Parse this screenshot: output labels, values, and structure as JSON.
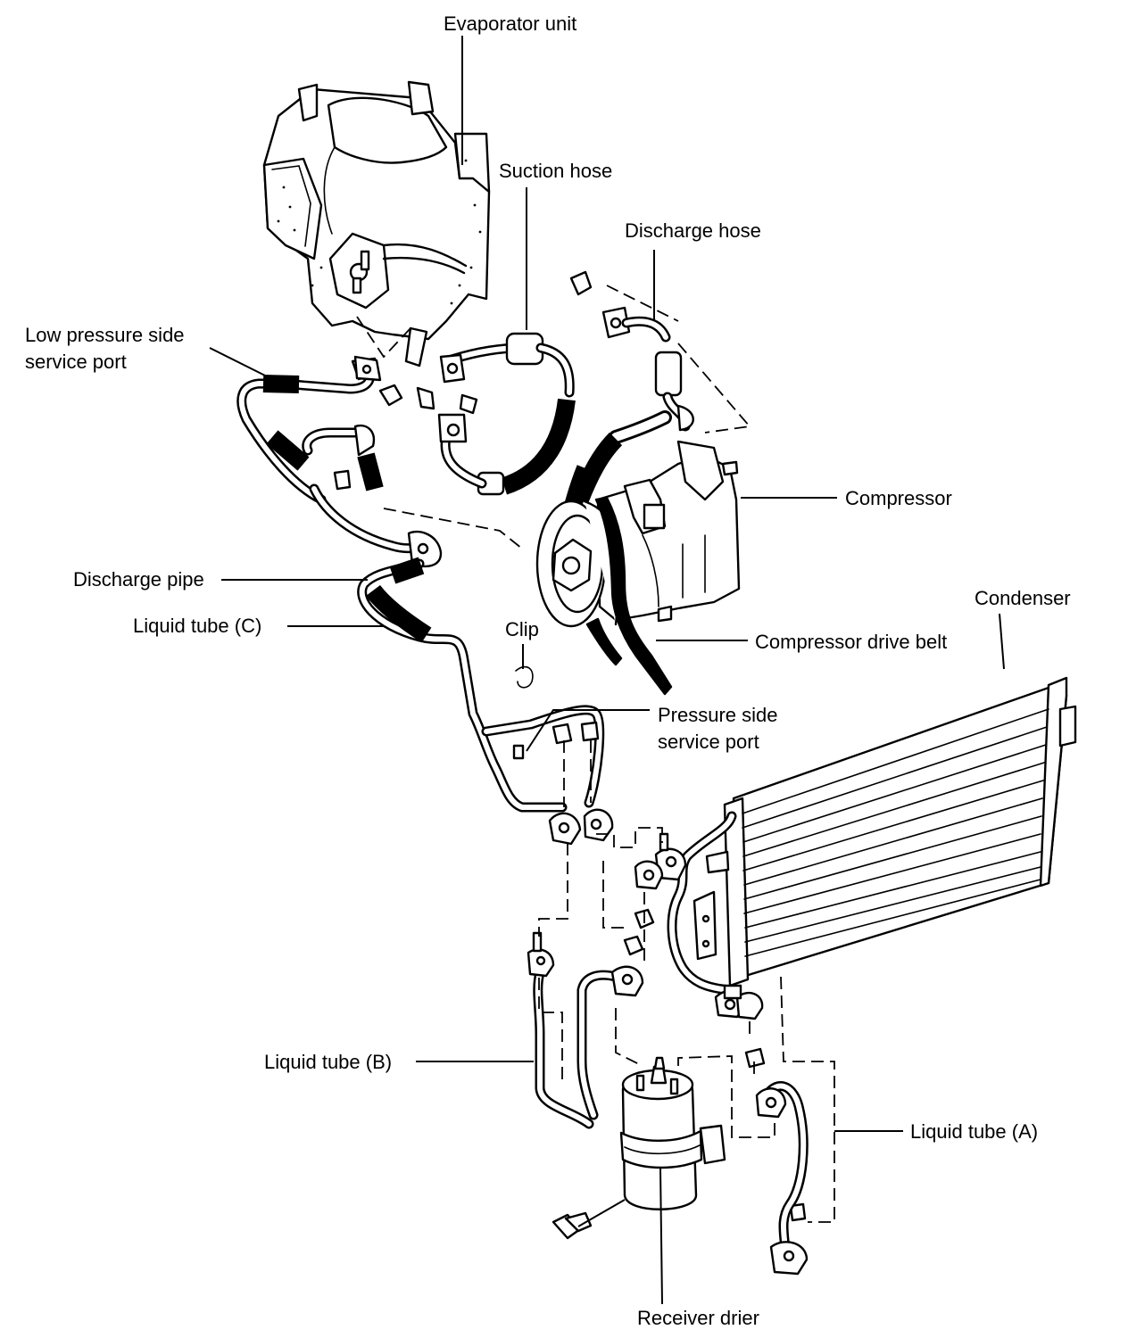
{
  "labels": {
    "evaporator": "Evaporator unit",
    "suction_hose": "Suction hose",
    "discharge_hose": "Discharge hose",
    "low_port_1": "Low pressure side",
    "low_port_2": "service port",
    "compressor": "Compressor",
    "condenser": "Condenser",
    "discharge_pipe": "Discharge pipe",
    "liquid_c": "Liquid tube (C)",
    "clip": "Clip",
    "drive_belt": "Compressor drive belt",
    "pressure_port_1": "Pressure side",
    "pressure_port_2": "service port",
    "liquid_b": "Liquid tube (B)",
    "liquid_a": "Liquid tube (A)",
    "receiver": "Receiver drier"
  }
}
